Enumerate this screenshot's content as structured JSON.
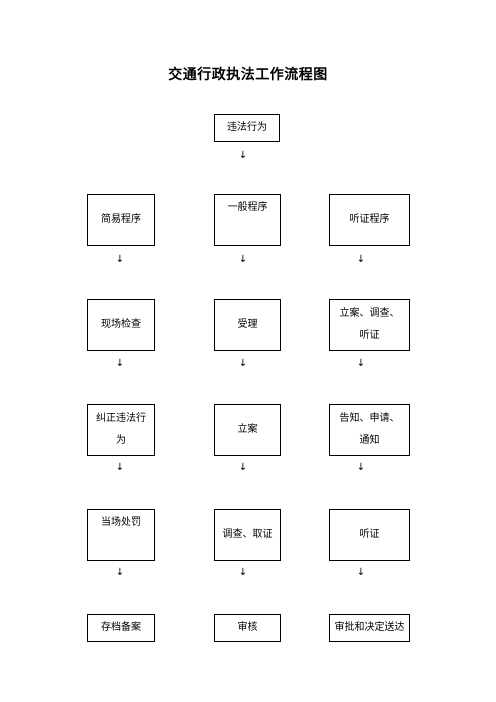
{
  "title": "交通行政执法工作流程图",
  "start": "违法行为",
  "arrow": "↓",
  "columns": [
    {
      "steps": [
        [
          "简易程序"
        ],
        [
          "现场检查"
        ],
        [
          "纠正违法行",
          "为"
        ],
        [
          "当场处罚"
        ],
        [
          "存档备案"
        ]
      ]
    },
    {
      "steps": [
        [
          "一般程序"
        ],
        [
          "受理"
        ],
        [
          "立案"
        ],
        [
          "调查、取证"
        ],
        [
          "审核"
        ]
      ]
    },
    {
      "steps": [
        [
          "听证程序"
        ],
        [
          "立案、调查、",
          "听证"
        ],
        [
          "告知、申请、",
          "通知"
        ],
        [
          "听证"
        ],
        [
          "审批和决定送达"
        ]
      ]
    }
  ]
}
